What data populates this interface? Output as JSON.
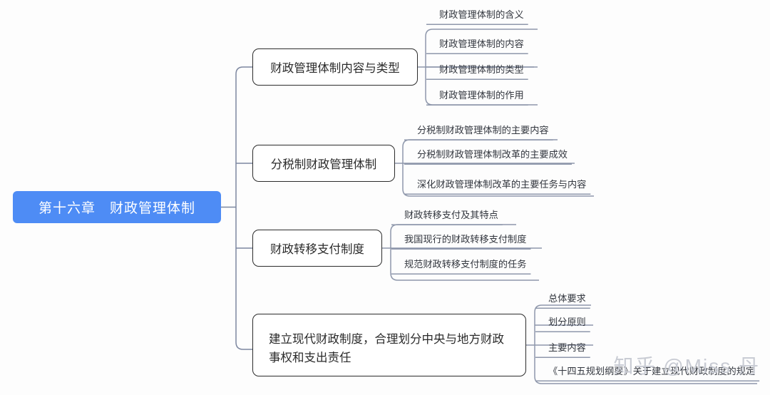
{
  "diagram": {
    "type": "mind-map",
    "root": {
      "label": "第十六章　财政管理体制",
      "color": "#4e8cf5",
      "text_color": "#ffffff"
    },
    "line_color": "#8e97ab",
    "box_border_color": "#2c2c2c",
    "branches": [
      {
        "label": "财政管理体制内容与类型",
        "children": [
          "财政管理体制的含义",
          "财政管理体制的内容",
          "财政管理体制的类型",
          "财政管理体制的作用"
        ]
      },
      {
        "label": "分税制财政管理体制",
        "children": [
          "分税制财政管理体制的主要内容",
          "分税制财政管理体制改革的主要成效",
          "深化财政管理体制改革的主要任务与内容"
        ]
      },
      {
        "label": "财政转移支付制度",
        "children": [
          "财政转移支付及其特点",
          "我国现行的财政转移支付制度",
          "规范财政转移支付制度的任务"
        ]
      },
      {
        "label": "建立现代财政制度，合理划分中央与地方财政事权和支出责任",
        "label_line1": "建立现代财政制度，合理划分中央与地方财政",
        "label_line2": "事权和支出责任",
        "children": [
          "总体要求",
          "划分原则",
          "主要内容",
          "《十四五规划纲要》关于建立现代财政制度的规定"
        ]
      }
    ]
  },
  "watermark": {
    "text": "知乎 @Miss 丹"
  }
}
